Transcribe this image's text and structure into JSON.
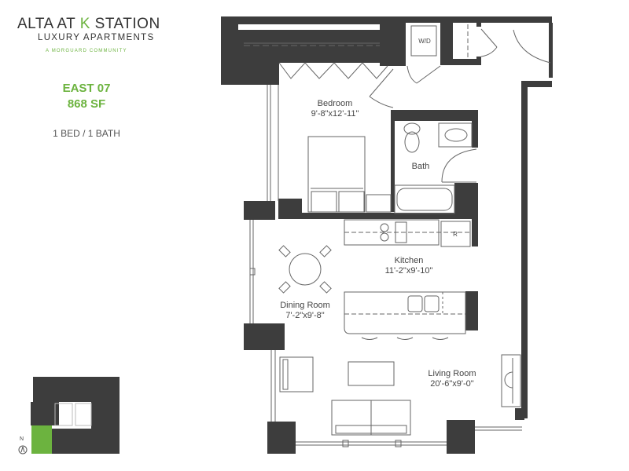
{
  "brand": {
    "title_prefix": "ALTA AT ",
    "title_k": "K",
    "title_suffix": " STATION",
    "subtitle": "LUXURY APARTMENTS",
    "tagline": "A MORGUARD COMMUNITY"
  },
  "unit": {
    "name": "EAST 07",
    "area": "868 SF",
    "beds_baths": "1 BED / 1 BATH"
  },
  "rooms": {
    "bedroom": {
      "name": "Bedroom",
      "size": "9'-8\"x12'-11\""
    },
    "bath": {
      "name": "Bath"
    },
    "kitchen": {
      "name": "Kitchen",
      "size": "11'-2\"x9'-10\""
    },
    "dining": {
      "name": "Dining Room",
      "size": "7'-2\"x9'-8\""
    },
    "living": {
      "name": "Living Room",
      "size": "20'-6\"x9'-0\""
    },
    "wd": "W/D",
    "fridge": "R"
  },
  "keyplan": {
    "north_label": "N"
  },
  "colors": {
    "accent": "#6cb33f",
    "wall": "#3d3d3d",
    "text": "#444444"
  }
}
